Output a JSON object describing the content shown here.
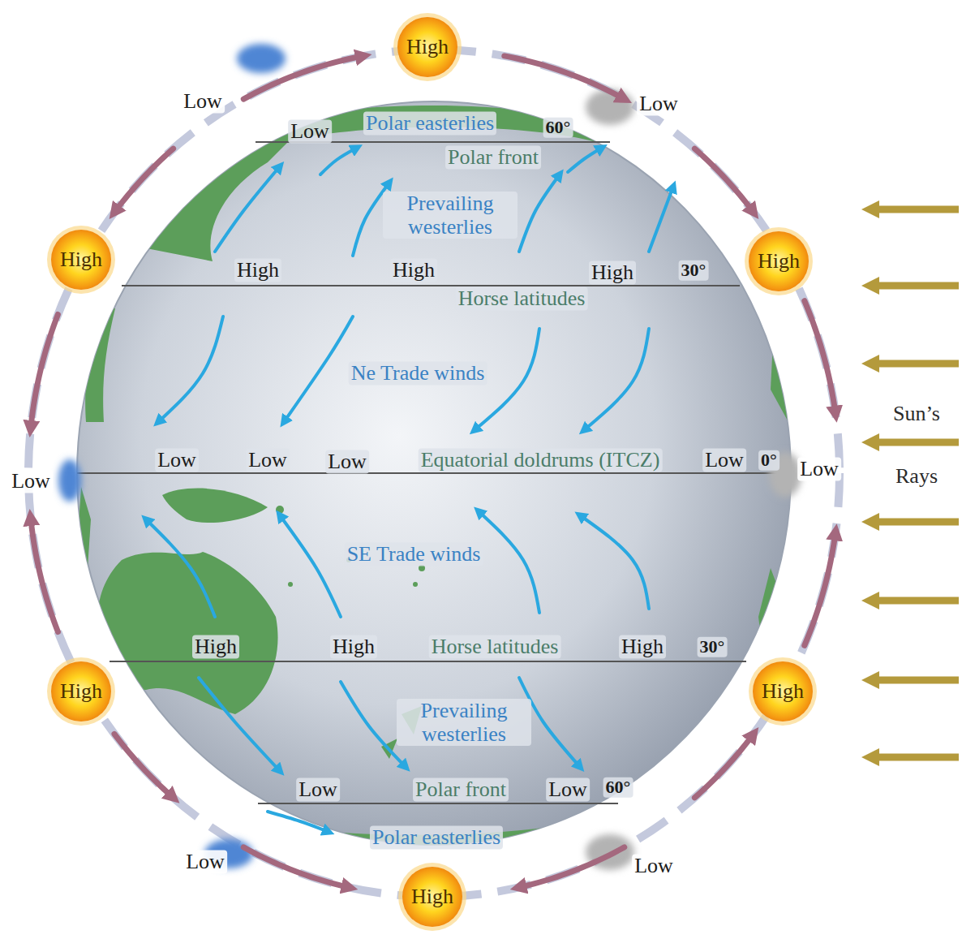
{
  "diagram": {
    "nodes": [
      {
        "text": [
          "High"
        ]
      },
      {
        "text": [
          "High"
        ]
      },
      {
        "text": [
          "High"
        ]
      },
      {
        "text": [
          "High"
        ]
      },
      {
        "text": [
          "High"
        ]
      },
      {
        "text": [
          "High"
        ]
      }
    ],
    "labels": [
      "Low",
      "Low",
      "Low",
      "Polar easterlies",
      "60°",
      "Polar front",
      "Prevailing westerlies",
      "High",
      "High",
      "High",
      "30°",
      "Horse latitudes",
      "Ne Trade winds",
      "Sun’s Rays",
      "Low",
      "Low",
      "Low",
      "Equatorial doldrums (ITCZ)",
      "Low",
      "0°",
      "Low",
      "Low",
      "SE Trade winds",
      "High",
      "High",
      "Horse latitudes",
      "High",
      "30°",
      "Prevailing westerlies",
      "Low",
      "Polar front",
      "Low",
      "60°",
      "Polar easterlies",
      "Low",
      "Low"
    ]
  }
}
